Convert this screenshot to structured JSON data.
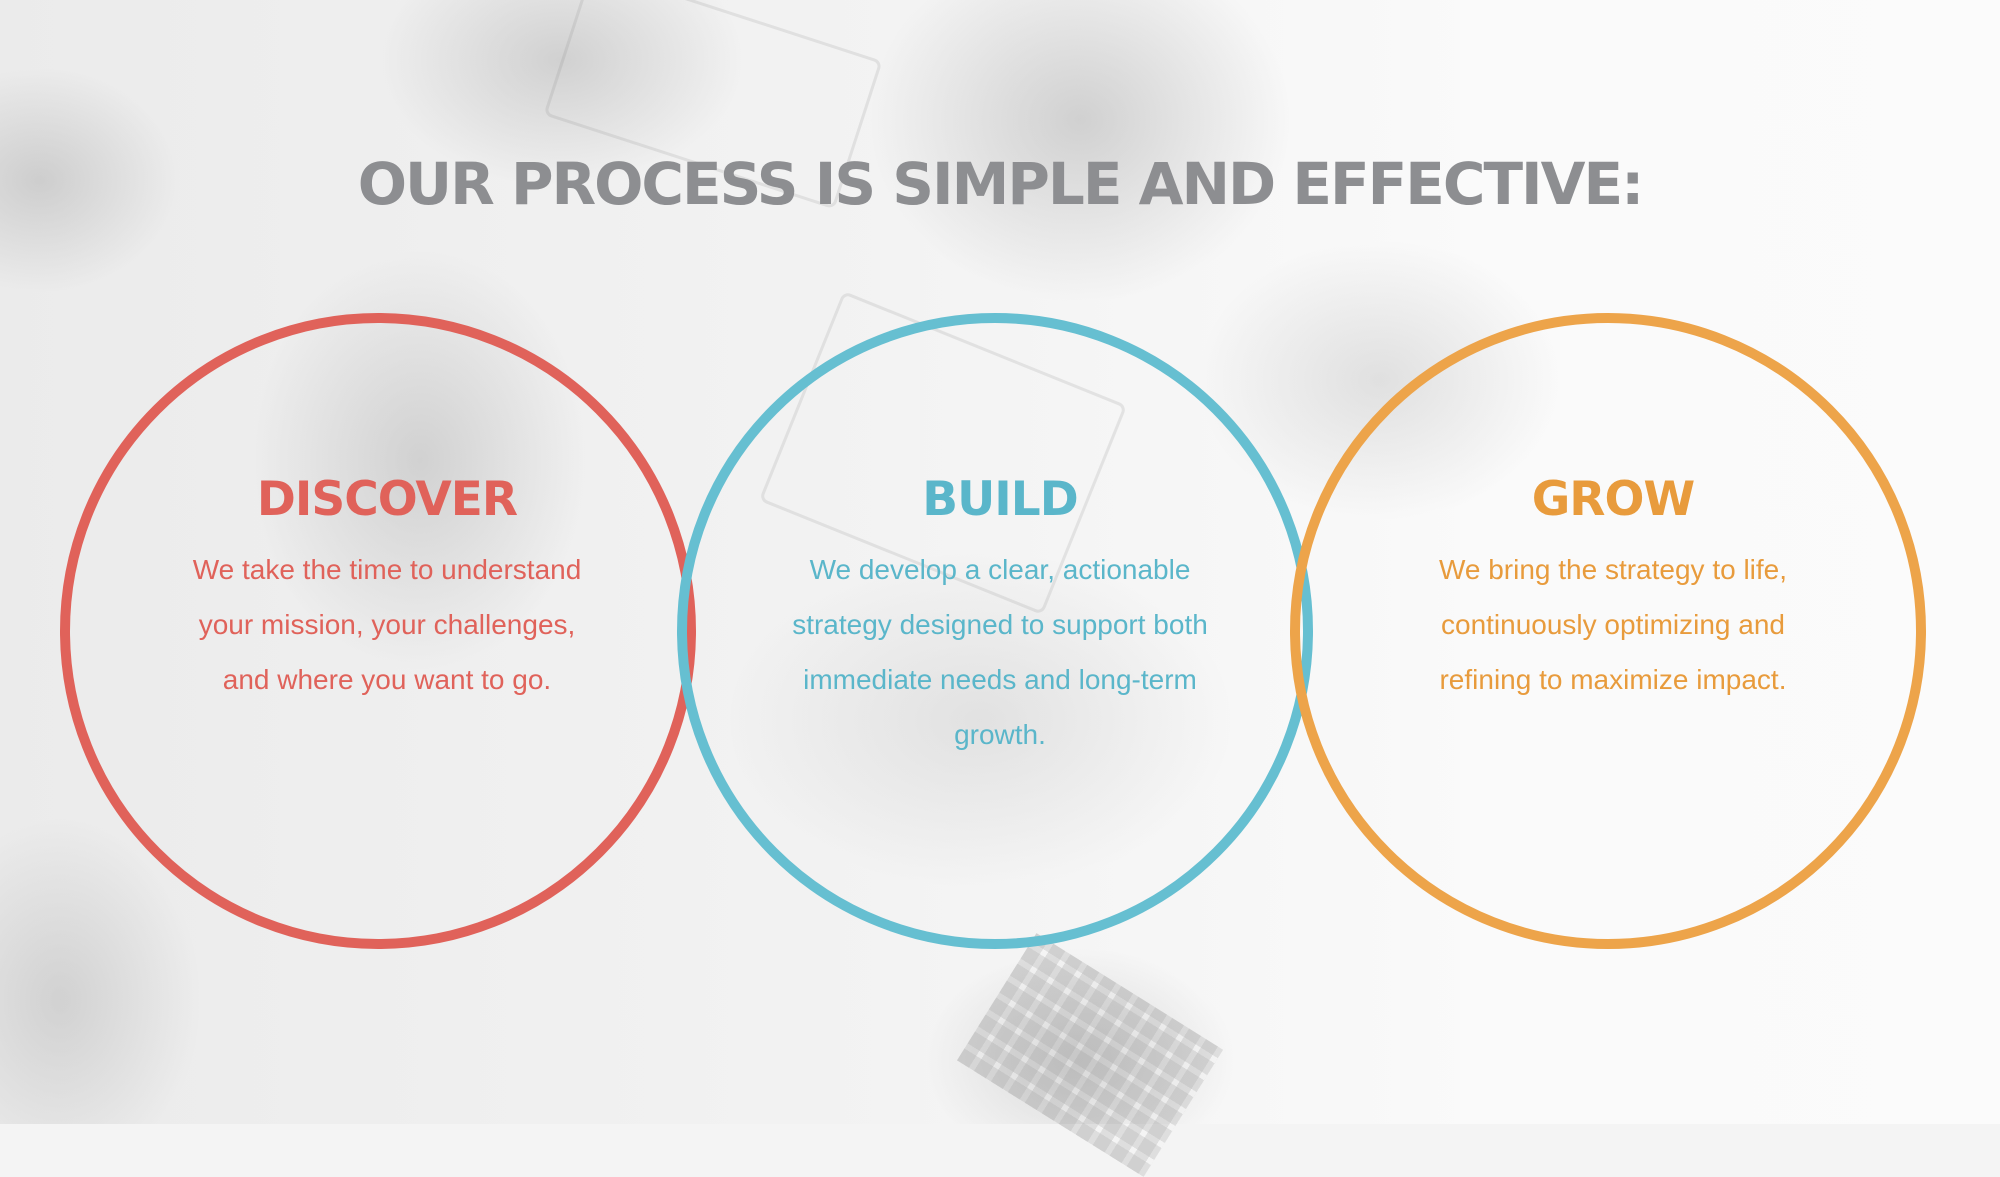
{
  "title": "OUR PROCESS IS SIMPLE AND EFFECTIVE:",
  "colors": {
    "title": "#8d8e91",
    "discover": "#e0625a",
    "build": "#66bfd1",
    "grow": "#eda44a"
  },
  "steps": [
    {
      "title": "DISCOVER",
      "text": "We take the time to understand your mission, your challenges, and where you want to go."
    },
    {
      "title": "BUILD",
      "text": "We develop a clear, actionable strategy designed to support both immediate needs and long-term growth."
    },
    {
      "title": "GROW",
      "text": "We bring the strategy to life, continuously optimizing and refining to maximize impact."
    }
  ]
}
